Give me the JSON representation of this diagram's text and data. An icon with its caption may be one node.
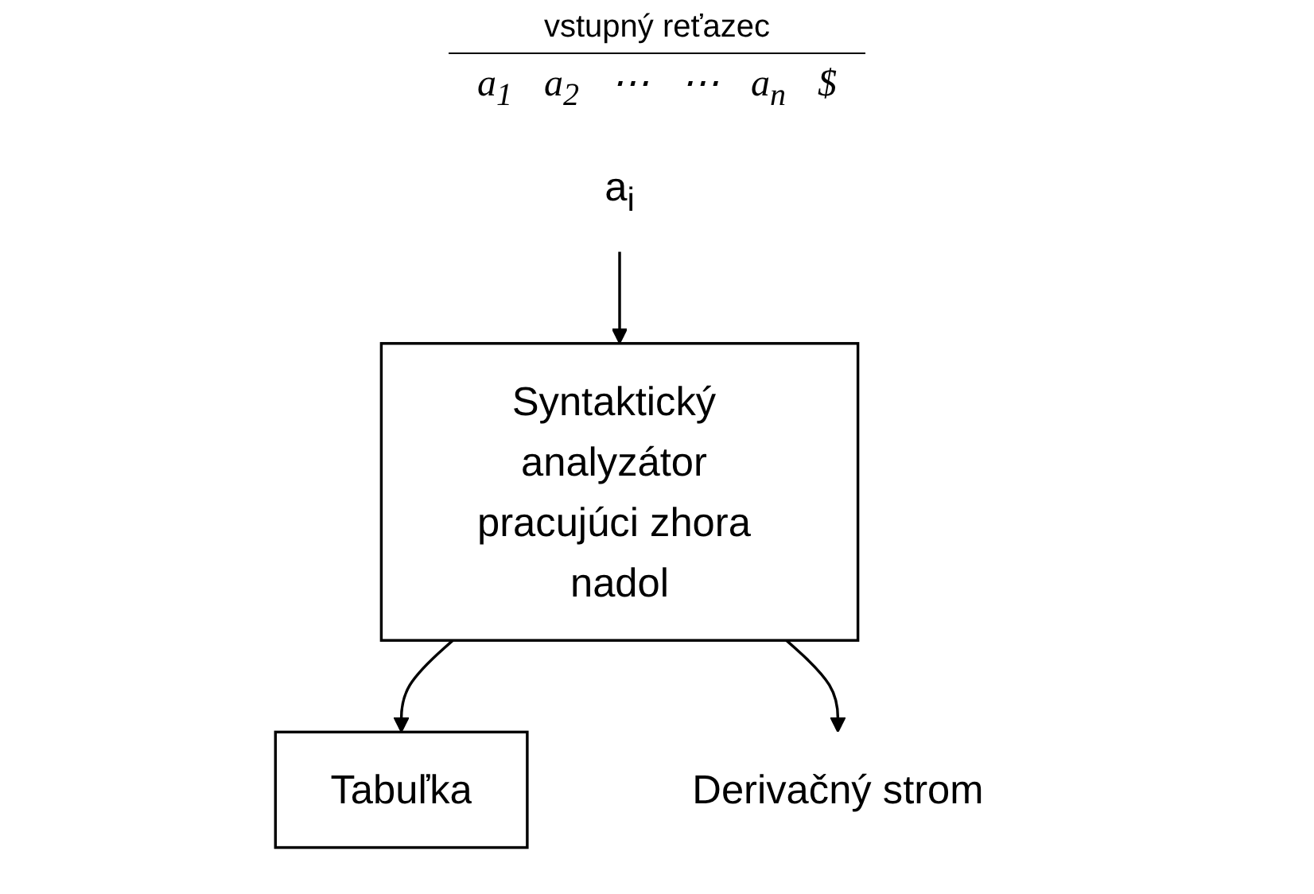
{
  "diagram": {
    "nodes": [
      {
        "text": [
          "a$_{i}$"
        ]
      },
      {
        "text": [
          "Syntaktický analyzátor pracujúci zhora nadol"
        ]
      },
      {
        "text": [
          "Tabuľka"
        ]
      },
      {
        "text": [
          "Derivačný strom"
        ]
      }
    ],
    "edges": [
      {
        "from": 0,
        "to": 1,
        "arrow": "to"
      },
      {
        "from": 1,
        "to": 2,
        "arrow": "to"
      },
      {
        "from": 1,
        "to": 3,
        "arrow": "to"
      }
    ],
    "labels": [
      "vstupný reťazec",
      "a$_{1}$",
      "a$_{2}$",
      "⋯",
      "⋯",
      "a$_{n}$",
      "$"
    ]
  }
}
